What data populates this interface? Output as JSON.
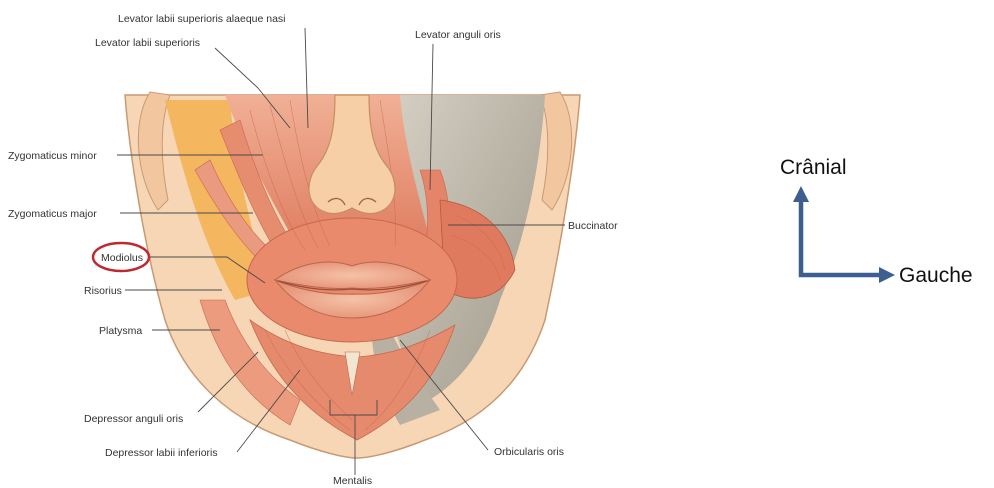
{
  "labels": {
    "levator_labii_sup_alaeque_nasi": "Levator labii superioris alaeque nasi",
    "levator_labii_superioris": "Levator labii superioris",
    "levator_anguli_oris": "Levator anguli oris",
    "zygomaticus_minor": "Zygomaticus minor",
    "zygomaticus_major": "Zygomaticus major",
    "buccinator": "Buccinator",
    "modiolus": "Modiolus",
    "risorius": "Risorius",
    "platysma": "Platysma",
    "depressor_anguli_oris": "Depressor anguli oris",
    "depressor_labii_inferioris": "Depressor labii inferioris",
    "orbicularis_oris": "Orbicularis oris",
    "mentalis": "Mentalis"
  },
  "orientation": {
    "up": "Crânial",
    "right": "Gauche"
  },
  "colors": {
    "muscle": "#e9957a",
    "muscle_dark": "#c8684e",
    "skin": "#f7d3b0",
    "bone": "#b9b3a6",
    "fat": "#f4b85c",
    "highlight_circle": "#c0282f",
    "arrow": "#3d5f8f"
  }
}
